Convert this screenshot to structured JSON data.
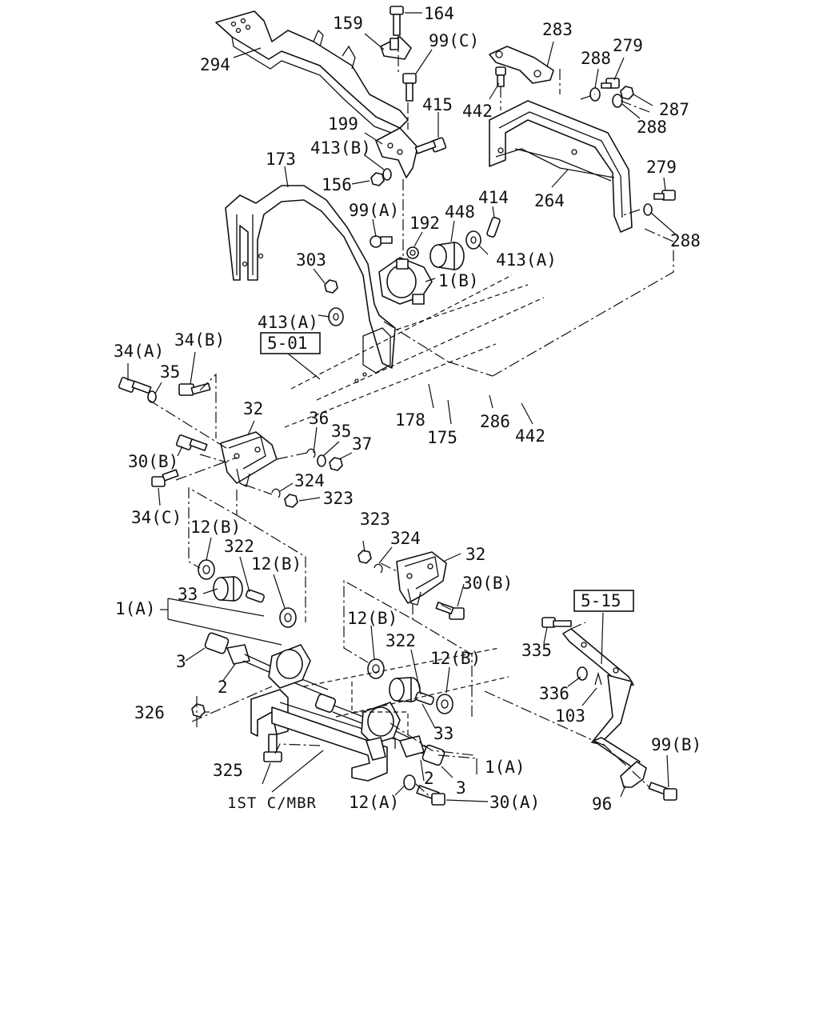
{
  "diagram": {
    "callouts": {
      "c164": "164",
      "c159": "159",
      "c99c": "99(C)",
      "c294": "294",
      "c415": "415",
      "c199": "199",
      "c413b": "413(B)",
      "c156": "156",
      "c173": "173",
      "c99a": "99(A)",
      "c192": "192",
      "c448": "448",
      "c414": "414",
      "c413a_1": "413(A)",
      "c1b": "1(B)",
      "c303": "303",
      "c413a_2": "413(A)",
      "c283": "283",
      "c279_1": "279",
      "c288_1": "288",
      "c442_1": "442",
      "c287": "287",
      "c288_2": "288",
      "c264": "264",
      "c279_2": "279",
      "c288_3": "288",
      "c34a": "34(A)",
      "c34b": "34(B)",
      "c35_1": "35",
      "c32_1": "32",
      "c36": "36",
      "c35_2": "35",
      "c37": "37",
      "c178": "178",
      "c175": "175",
      "c286": "286",
      "c442_2": "442",
      "c30b_1": "30(B)",
      "c324_1": "324",
      "c323_1": "323",
      "c34c": "34(C)",
      "c12b_1": "12(B)",
      "c322_1": "322",
      "c12b_2": "12(B)",
      "c33_1": "33",
      "c1a_1": "1(A)",
      "c3_1": "3",
      "c2_1": "2",
      "c326": "326",
      "c325": "325",
      "c323_2": "323",
      "c324_2": "324",
      "c32_2": "32",
      "c30b_2": "30(B)",
      "c12b_3": "12(B)",
      "c322_2": "322",
      "c12b_4": "12(B)",
      "c33_2": "33",
      "c1a_2": "1(A)",
      "c2_2": "2",
      "c3_2": "3",
      "c12a": "12(A)",
      "c30a": "30(A)",
      "c335": "335",
      "c336": "336",
      "c103": "103",
      "c99b": "99(B)",
      "c96": "96"
    },
    "refs": {
      "r501": "5-01",
      "r515": "5-15"
    },
    "labels": {
      "first_crossmember": "1ST C/MBR"
    }
  }
}
